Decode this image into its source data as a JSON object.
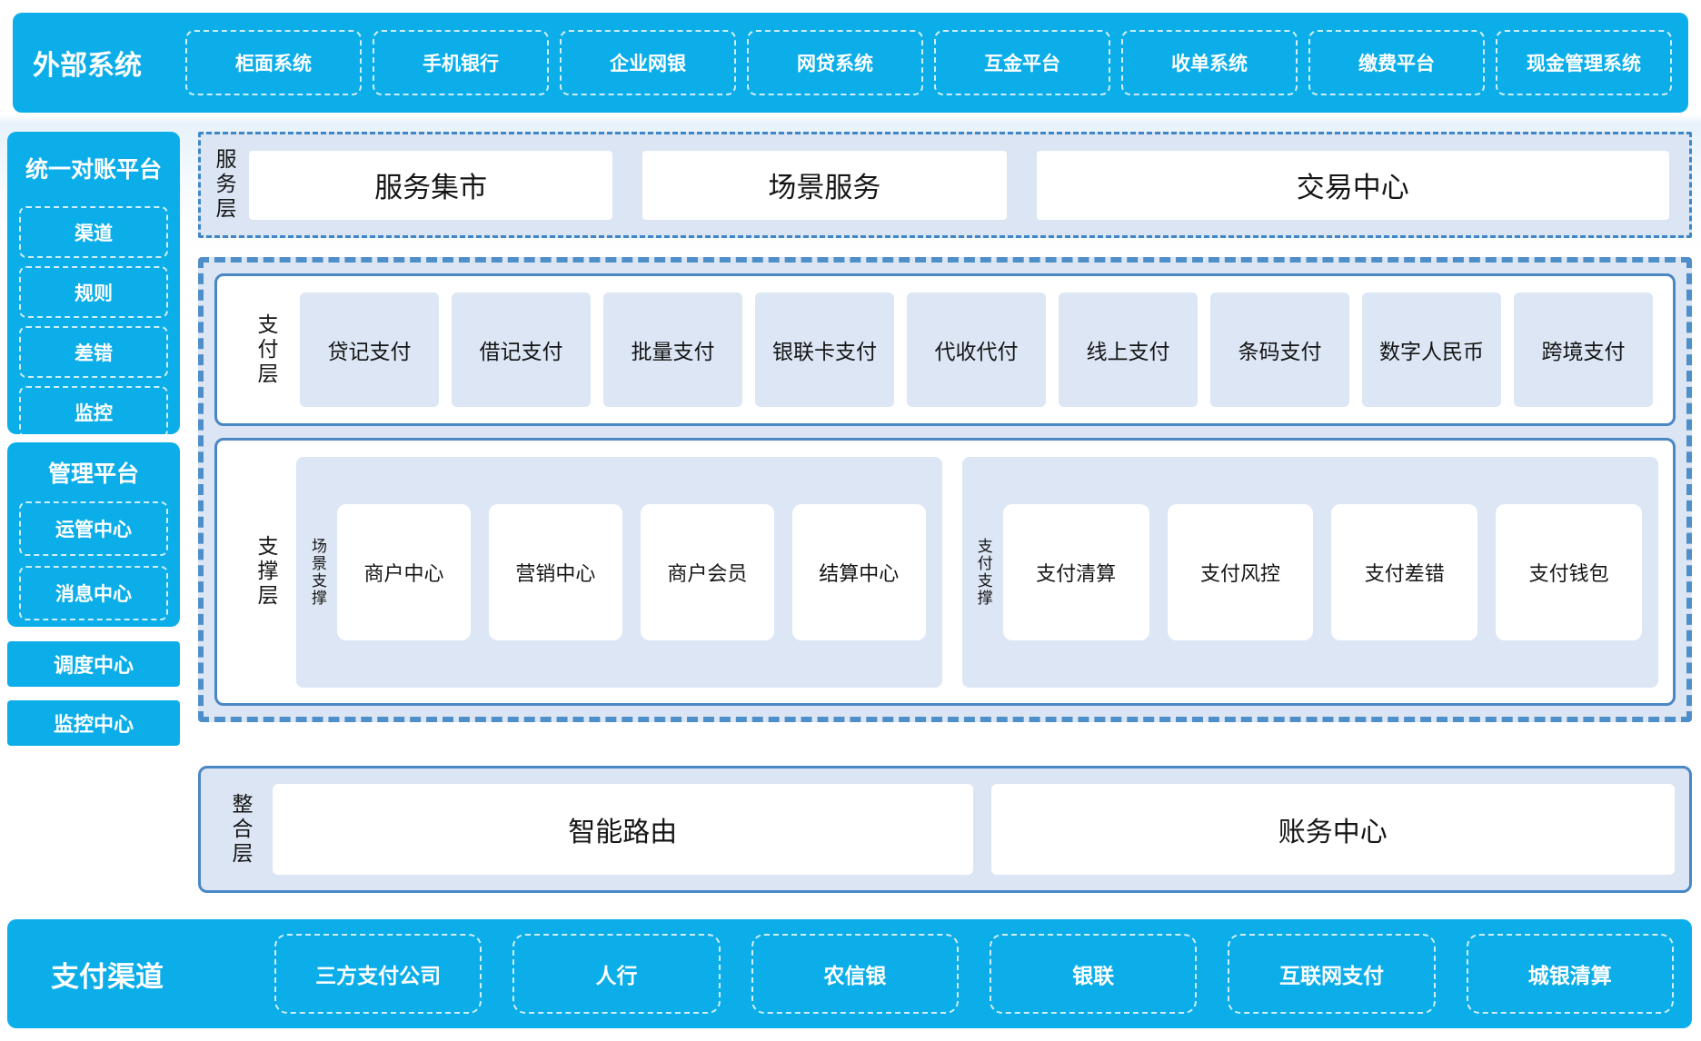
{
  "colors": {
    "brand_blue": "#0baee9",
    "panel_light_blue": "#dbe5f3",
    "item_light_blue": "#dce6f4",
    "border_blue_solid": "#4a87c5",
    "border_blue_dashed": "#4f8fc9",
    "border_blue_dashdot": "#3e86c8",
    "text_dark": "#151515",
    "text_on_blue": "#ffffff"
  },
  "top_bar": {
    "title": "外部系统",
    "items": [
      "柜面系统",
      "手机银行",
      "企业网银",
      "网贷系统",
      "互金平台",
      "收单系统",
      "缴费平台",
      "现金管理系统"
    ]
  },
  "sidebar": {
    "reconciliation": {
      "title": "统一对账平台",
      "items": [
        "渠道",
        "规则",
        "差错",
        "监控"
      ]
    },
    "management": {
      "title": "管理平台",
      "items": [
        "运管中心",
        "消息中心"
      ]
    },
    "scheduling_center": "调度中心",
    "monitoring_center": "监控中心"
  },
  "service_layer": {
    "label": "服务层",
    "items": [
      "服务集市",
      "场景服务",
      "交易中心"
    ]
  },
  "payment_layer": {
    "label": "支付层",
    "items": [
      "贷记支付",
      "借记支付",
      "批量支付",
      "银联卡支付",
      "代收代付",
      "线上支付",
      "条码支付",
      "数字人民币",
      "跨境支付"
    ]
  },
  "support_layer": {
    "label": "支撑层",
    "groups": [
      {
        "label": "场景支撑",
        "items": [
          "商户中心",
          "营销中心",
          "商户会员",
          "结算中心"
        ]
      },
      {
        "label": "支付支撑",
        "items": [
          "支付清算",
          "支付风控",
          "支付差错",
          "支付钱包"
        ]
      }
    ]
  },
  "integration_layer": {
    "label": "整合层",
    "items": [
      "智能路由",
      "账务中心"
    ]
  },
  "bottom_bar": {
    "title": "支付渠道",
    "items": [
      "三方支付公司",
      "人行",
      "农信银",
      "银联",
      "互联网支付",
      "城银清算"
    ]
  }
}
